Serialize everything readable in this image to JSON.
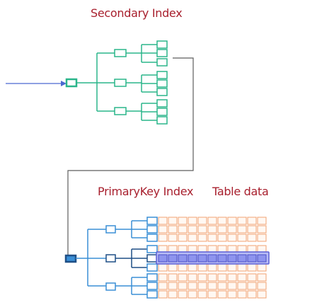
{
  "labels": {
    "secondary": "Secondary Index",
    "primary": "PrimaryKey Index",
    "table": "Table data"
  },
  "colors": {
    "label": "#a8202e",
    "secondary_tree": "#2ab58a",
    "primary_tree": "#3a8fd6",
    "primary_tree_dark": "#1e4f86",
    "table_cells": "#f0a272",
    "highlight": "#5b5fd6",
    "highlight_fill": "#9aa0f2",
    "connector": "#5e5e5e",
    "entry_arrow": "#4a68d0"
  },
  "icons": {
    "entry_arrow": "arrow-right-icon"
  }
}
